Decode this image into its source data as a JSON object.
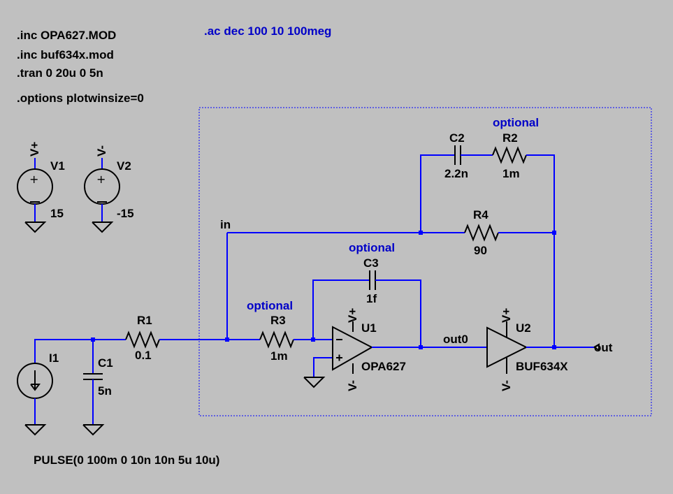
{
  "directives": {
    "inc1": ".inc OPA627.MOD",
    "inc2": ".inc buf634x.mod",
    "tran": ".tran 0 20u 0 5n",
    "options": ".options plotwinsize=0",
    "ac": ".ac dec 100 10 100meg",
    "pulse": "PULSE(0 100m 0 10n 10n 5u 10u)"
  },
  "sources": {
    "v1": {
      "name": "V1",
      "value": "15",
      "net": "V+"
    },
    "v2": {
      "name": "V2",
      "value": "-15",
      "net": "V-"
    },
    "i1": {
      "name": "I1"
    }
  },
  "components": {
    "r1": {
      "name": "R1",
      "value": "0.1"
    },
    "c1": {
      "name": "C1",
      "value": "5n"
    },
    "r3": {
      "name": "R3",
      "value": "1m",
      "note": "optional"
    },
    "c3": {
      "name": "C3",
      "value": "1f",
      "note": "optional"
    },
    "c2": {
      "name": "C2",
      "value": "2.2n"
    },
    "r2": {
      "name": "R2",
      "value": "1m",
      "note": "optional"
    },
    "r4": {
      "name": "R4",
      "value": "90"
    }
  },
  "ics": {
    "u1": {
      "name": "U1",
      "model": "OPA627",
      "vplus": "V+",
      "vminus": "V-"
    },
    "u2": {
      "name": "U2",
      "model": "BUF634X",
      "vplus": "V+",
      "vminus": "V-"
    }
  },
  "nets": {
    "in": "in",
    "out0": "out0",
    "out": "out"
  },
  "colors": {
    "background": "#c0c0c0",
    "wire": "#0000ff",
    "directive": "#0000c8",
    "component": "#000000"
  }
}
